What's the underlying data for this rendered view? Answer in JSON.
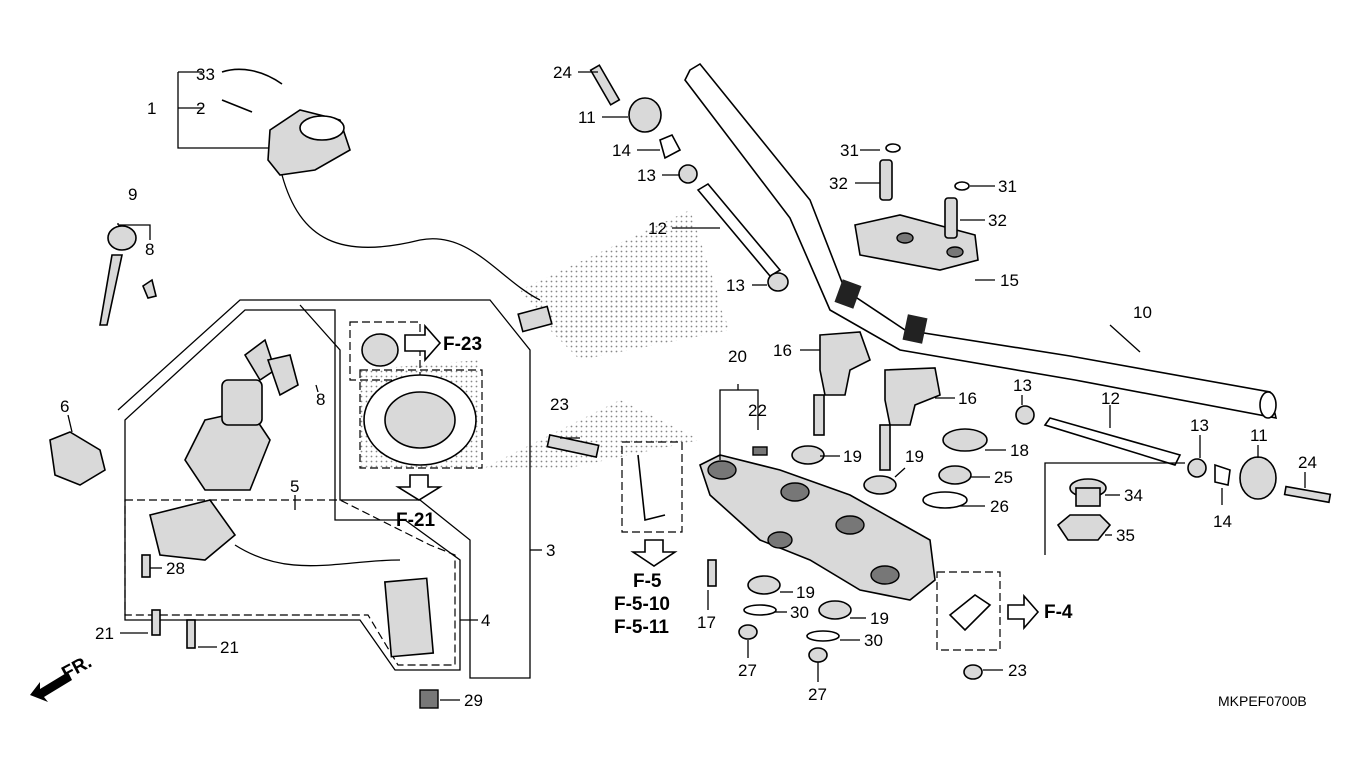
{
  "diagram": {
    "code": "MKPEF0700B",
    "front_label": "FR.",
    "refs": {
      "f23": "F-23",
      "f21": "F-21",
      "f5": "F-5",
      "f510": "F-5-10",
      "f511": "F-5-11",
      "f4": "F-4"
    },
    "labels": {
      "n1": "1",
      "n2": "2",
      "n33": "33",
      "n9": "9",
      "n8a": "8",
      "n8b": "8",
      "n6": "6",
      "n5": "5",
      "n3": "3",
      "n4": "4",
      "n28": "28",
      "n21a": "21",
      "n21b": "21",
      "n29": "29",
      "n24a": "24",
      "n11a": "11",
      "n14a": "14",
      "n13a": "13",
      "n12a": "12",
      "n13b": "13",
      "n23a": "23",
      "n20": "20",
      "n22": "22",
      "n16a": "16",
      "n16b": "16",
      "n19a": "19",
      "n19b": "19",
      "n19c": "19",
      "n19d": "19",
      "n17": "17",
      "n30a": "30",
      "n30b": "30",
      "n27a": "27",
      "n27b": "27",
      "n31a": "31",
      "n31b": "31",
      "n32a": "32",
      "n32b": "32",
      "n15": "15",
      "n10": "10",
      "n18": "18",
      "n25": "25",
      "n26": "26",
      "n23b": "23",
      "n13c": "13",
      "n12b": "12",
      "n13d": "13",
      "n11b": "11",
      "n24b": "24",
      "n14b": "14",
      "n34": "34",
      "n35": "35"
    }
  }
}
